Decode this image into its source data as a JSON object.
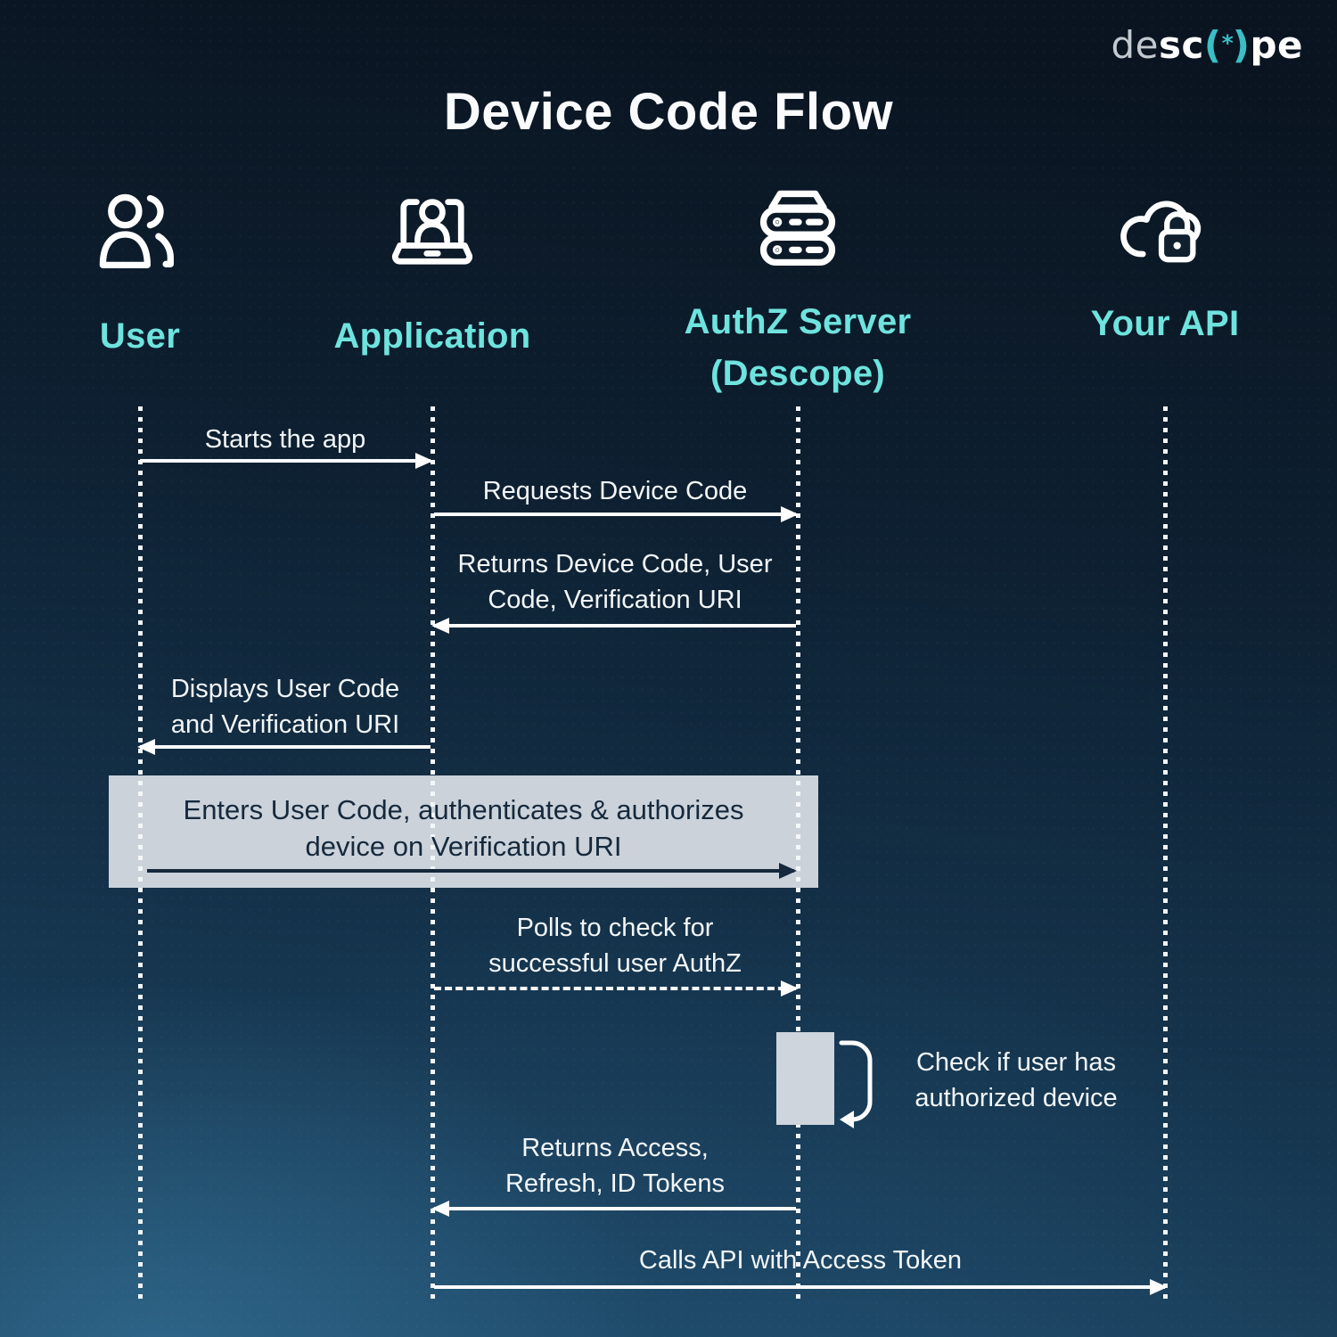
{
  "logo": {
    "prefix": "de",
    "bold1": "sc",
    "paren_open": "(",
    "star": "*",
    "paren_close": ")",
    "bold2": "pe"
  },
  "title": "Device Code Flow",
  "actors": {
    "user": {
      "label": "User",
      "icon": "users-icon"
    },
    "application": {
      "label": "Application",
      "icon": "laptop-user-icon"
    },
    "authz": {
      "label_line1": "AuthZ Server",
      "label_line2": "(Descope)",
      "icon": "server-icon"
    },
    "api": {
      "label": "Your API",
      "icon": "cloud-lock-icon"
    }
  },
  "messages": [
    {
      "from": "User",
      "to": "Application",
      "style": "solid",
      "line1": "Starts the app"
    },
    {
      "from": "Application",
      "to": "AuthZ Server",
      "style": "solid",
      "line1": "Requests Device Code"
    },
    {
      "from": "AuthZ Server",
      "to": "Application",
      "style": "solid",
      "line1": "Returns Device Code, User",
      "line2": "Code, Verification URI"
    },
    {
      "from": "Application",
      "to": "User",
      "style": "solid",
      "line1": "Displays User Code",
      "line2": "and Verification URI"
    },
    {
      "from": "User",
      "to": "AuthZ Server",
      "style": "highlighted",
      "line1": "Enters User Code, authenticates & authorizes",
      "line2": "device on Verification URI"
    },
    {
      "from": "Application",
      "to": "AuthZ Server",
      "style": "dashed",
      "line1": "Polls to check for",
      "line2": "successful user AuthZ"
    },
    {
      "from": "AuthZ Server",
      "to": "AuthZ Server",
      "style": "self-loop",
      "line1": "Check if user has",
      "line2": "authorized device"
    },
    {
      "from": "AuthZ Server",
      "to": "Application",
      "style": "solid",
      "line1": "Returns Access,",
      "line2": "Refresh, ID Tokens"
    },
    {
      "from": "Application",
      "to": "Your API",
      "style": "solid",
      "line1": "Calls API with Access Token"
    }
  ],
  "colors": {
    "accent_teal": "#6fe3de",
    "logo_teal": "#3bbec6",
    "message_text": "#f2f6f8",
    "highlight_bg": "#cbd2da",
    "highlight_text": "#16293c",
    "background_top": "#0a1420",
    "background_bottom": "#1d4663"
  }
}
